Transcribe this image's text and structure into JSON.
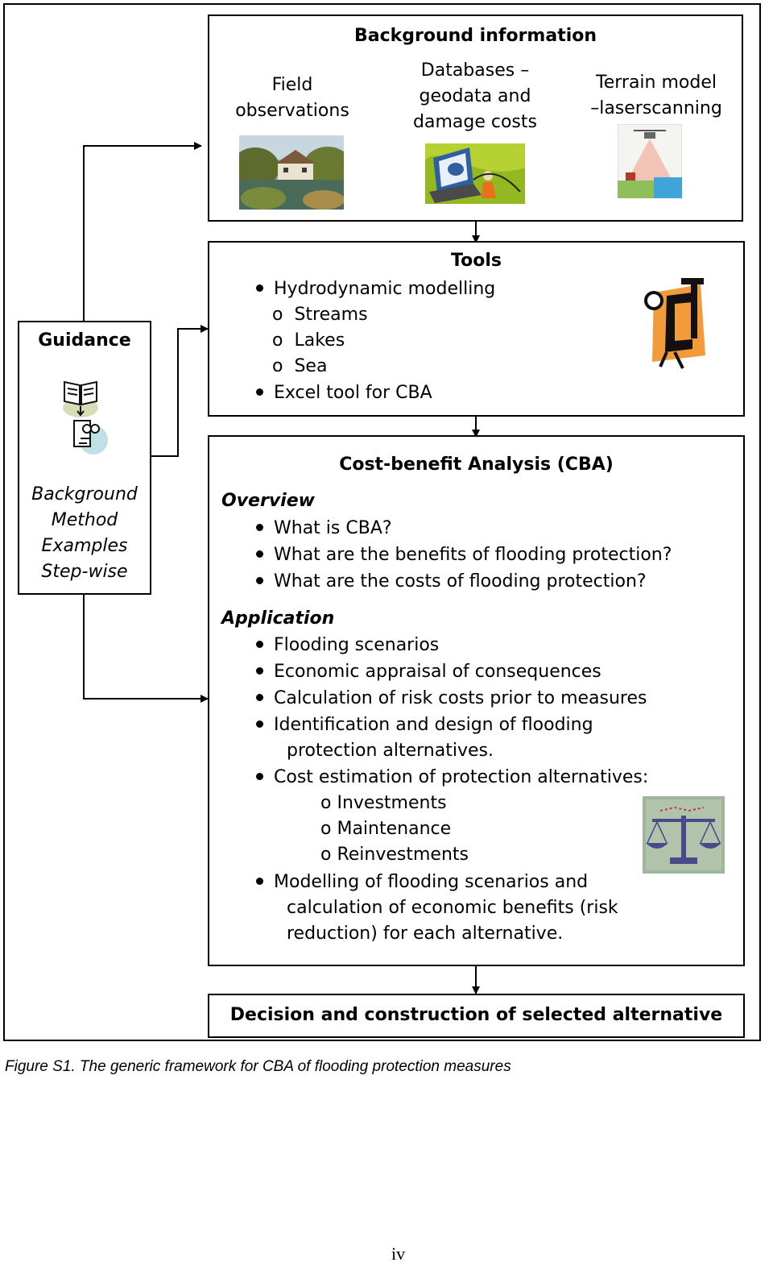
{
  "background": {
    "title": "Background information",
    "field": [
      "Field",
      "observations"
    ],
    "databases": [
      "Databases –",
      "geodata and",
      "damage costs"
    ],
    "terrain": [
      "Terrain model",
      "–laserscanning"
    ]
  },
  "tools": {
    "title": "Tools",
    "items": [
      {
        "kind": "bullet",
        "text": "Hydrodynamic modelling"
      },
      {
        "kind": "sub",
        "marker": "o",
        "text": "Streams"
      },
      {
        "kind": "sub",
        "marker": "o",
        "text": "Lakes"
      },
      {
        "kind": "sub",
        "marker": "o",
        "text": "Sea"
      },
      {
        "kind": "bullet",
        "text": "Excel tool for CBA"
      }
    ]
  },
  "guidance": {
    "title": "Guidance",
    "items": [
      "Background",
      "Method",
      "Examples",
      "Step-wise"
    ]
  },
  "cba": {
    "title": "Cost-benefit Analysis (CBA)",
    "overview_heading": "Overview",
    "overview_items": [
      "What is CBA?",
      "What are the benefits of flooding protection?",
      "What are the costs of flooding protection?"
    ],
    "application_heading": "Application",
    "application_items": [
      "Flooding scenarios",
      "Economic appraisal of consequences",
      "Calculation of risk costs prior to measures",
      "Identification and design of flooding",
      "protection alternatives.",
      "Cost estimation of protection alternatives:",
      "Modelling of flooding scenarios and",
      "calculation of economic benefits (risk",
      "reduction) for each alternative."
    ],
    "cost_sub_marker": "o",
    "cost_sub_items": [
      "Investments",
      "Maintenance",
      "Reinvestments"
    ]
  },
  "decision": {
    "title": "Decision and construction of selected alternative"
  },
  "caption": "Figure S1. The generic framework for CBA of flooding protection measures",
  "page_number": "iv",
  "icons": [
    "house-photo-icon",
    "database-computer-icon",
    "laserscanning-icon",
    "clamp-tool-icon",
    "book-icon",
    "person-reading-icon",
    "scales-icon"
  ]
}
